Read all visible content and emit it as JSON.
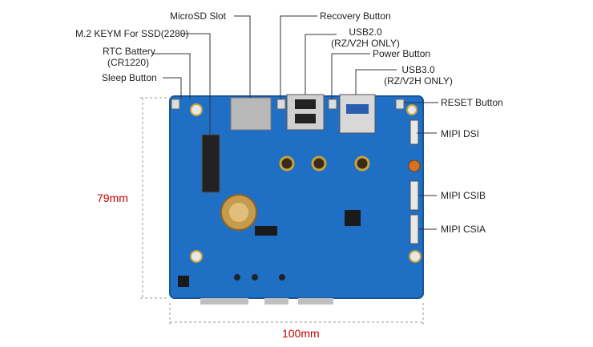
{
  "labels": {
    "microsd": "MicroSD Slot",
    "m2": "M.2 KEYM For SSD(2280)",
    "rtc_line1": "RTC Battery",
    "rtc_line2": "(CR1220)",
    "sleep": "Sleep Button",
    "recovery": "Recovery Button",
    "usb2_line1": "USB2.0",
    "usb2_line2": "(RZ/V2H ONLY)",
    "power": "Power Button",
    "usb3_line1": "USB3.0",
    "usb3_line2": "(RZ/V2H ONLY)",
    "reset": "RESET Button",
    "mipi_dsi": "MIPI DSI",
    "mipi_csib": "MIPI CSIB",
    "mipi_csia": "MIPI CSIA"
  },
  "dimensions": {
    "height": "79mm",
    "width": "100mm",
    "height_color": "#c00000",
    "width_color": "#c00000"
  },
  "colors": {
    "pcb": "#1f6fc5",
    "pcb_dark": "#17569c",
    "leader": "#333333"
  }
}
